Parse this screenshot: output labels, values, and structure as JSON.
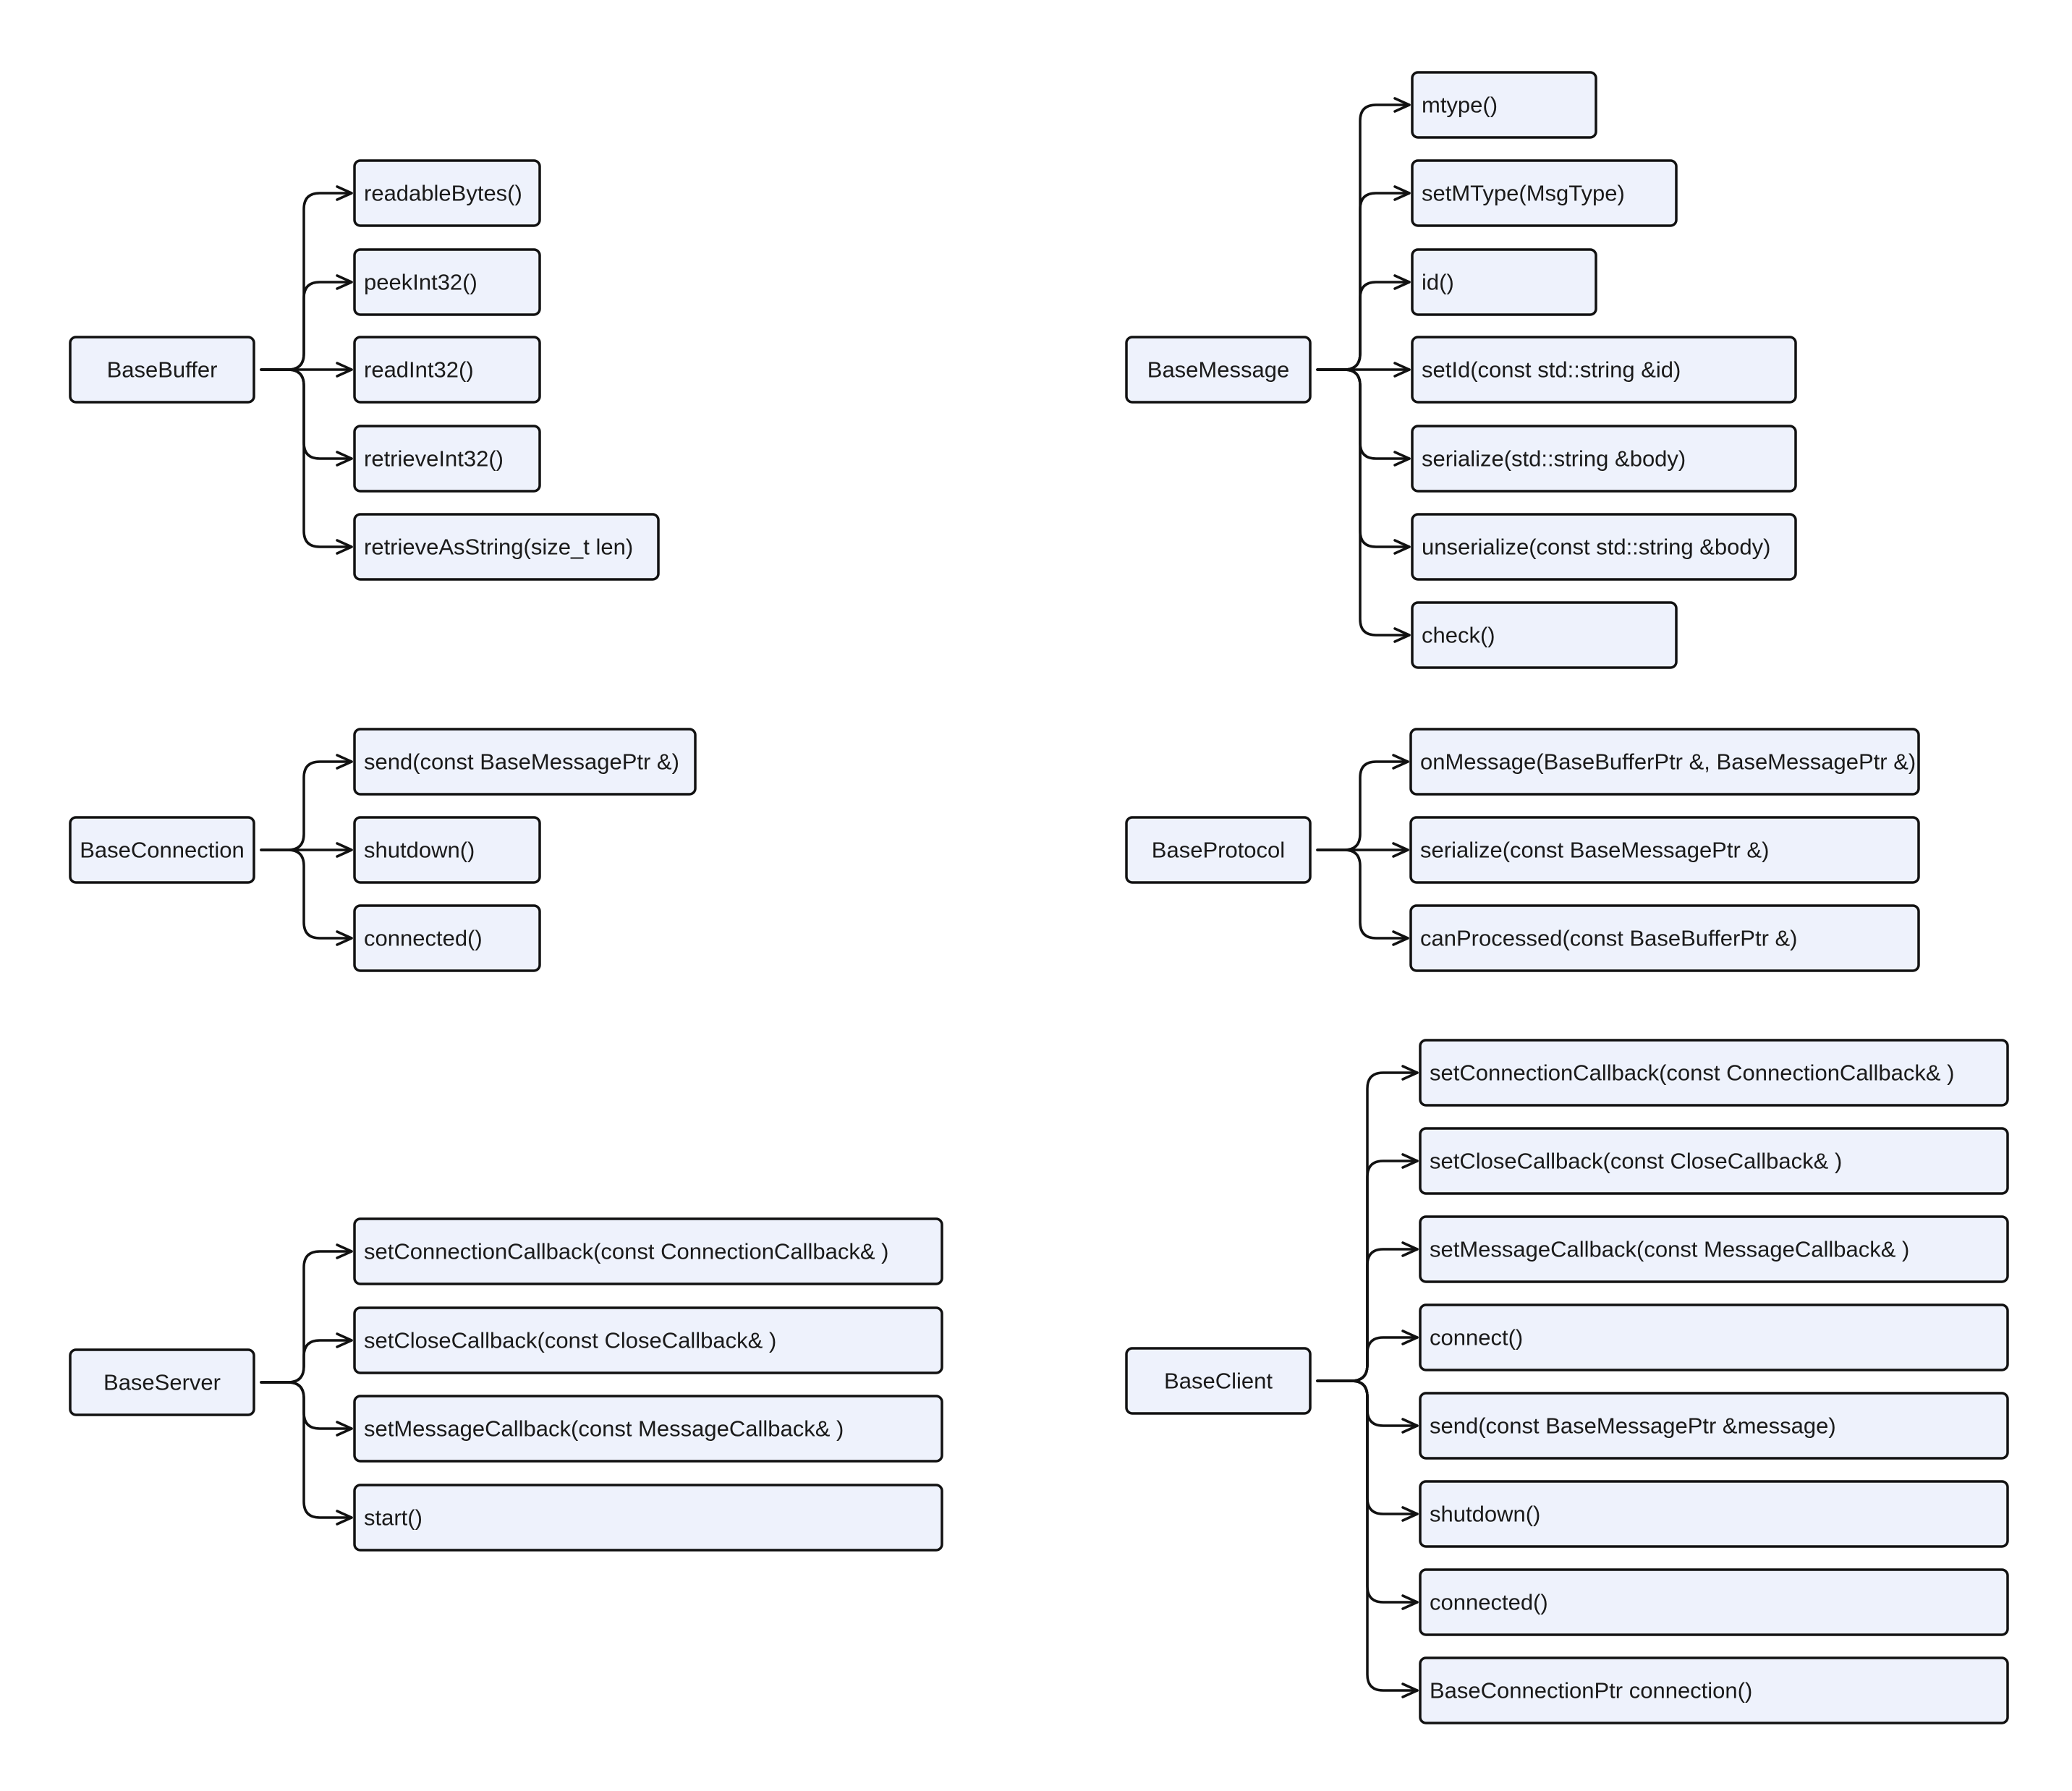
{
  "groups": [
    {
      "root": "BaseBuffer",
      "methods": [
        "readableBytes()",
        "peekInt32()",
        "readInt32()",
        "retrieveInt32()",
        "retrieveAsString(size_t len)"
      ]
    },
    {
      "root": "BaseMessage",
      "methods": [
        "mtype()",
        "setMType(MsgType)",
        "id()",
        "setId(const std::string &id)",
        "serialize(std::string &body)",
        "unserialize(const std::string &body)",
        "check()"
      ]
    },
    {
      "root": "BaseConnection",
      "methods": [
        "send(const BaseMessagePtr &)",
        "shutdown()",
        "connected()"
      ]
    },
    {
      "root": "BaseProtocol",
      "methods": [
        "onMessage(BaseBufferPtr &, BaseMessagePtr &)",
        "serialize(const BaseMessagePtr &)",
        "canProcessed(const BaseBufferPtr &)"
      ]
    },
    {
      "root": "BaseServer",
      "methods": [
        "setConnectionCallback(const ConnectionCallback& )",
        "setCloseCallback(const CloseCallback& )",
        "setMessageCallback(const MessageCallback& )",
        "start()"
      ]
    },
    {
      "root": "BaseClient",
      "methods": [
        "setConnectionCallback(const ConnectionCallback& )",
        "setCloseCallback(const CloseCallback& )",
        "setMessageCallback(const MessageCallback& )",
        "connect()",
        "send(const BaseMessagePtr &message)",
        "shutdown()",
        "connected()",
        "BaseConnectionPtr connection()"
      ]
    }
  ]
}
